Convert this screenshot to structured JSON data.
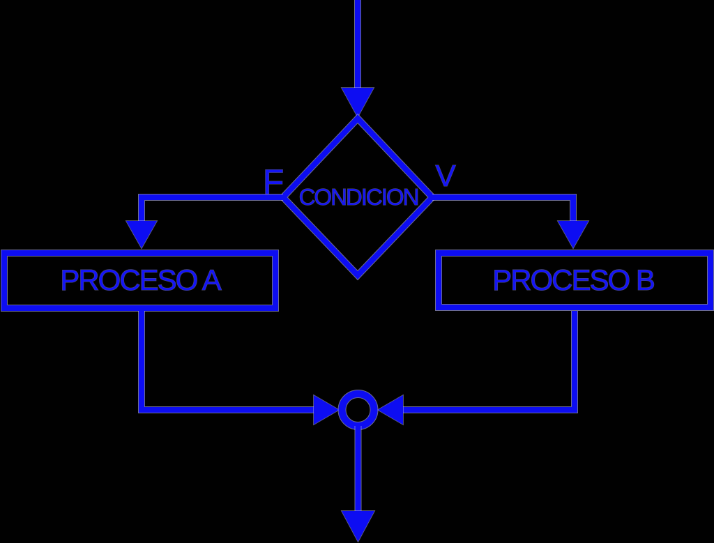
{
  "colors": {
    "background": "#010101",
    "line": "#0d0df2",
    "text": "#1515f5",
    "fringe": "#b9b9f2"
  },
  "nodes": {
    "decision": {
      "label": "CONDICION"
    },
    "process_a": {
      "label": "PROCESO A"
    },
    "process_b": {
      "label": "PROCESO B"
    }
  },
  "branches": {
    "false": {
      "label": "F"
    },
    "true": {
      "label": "V"
    }
  }
}
